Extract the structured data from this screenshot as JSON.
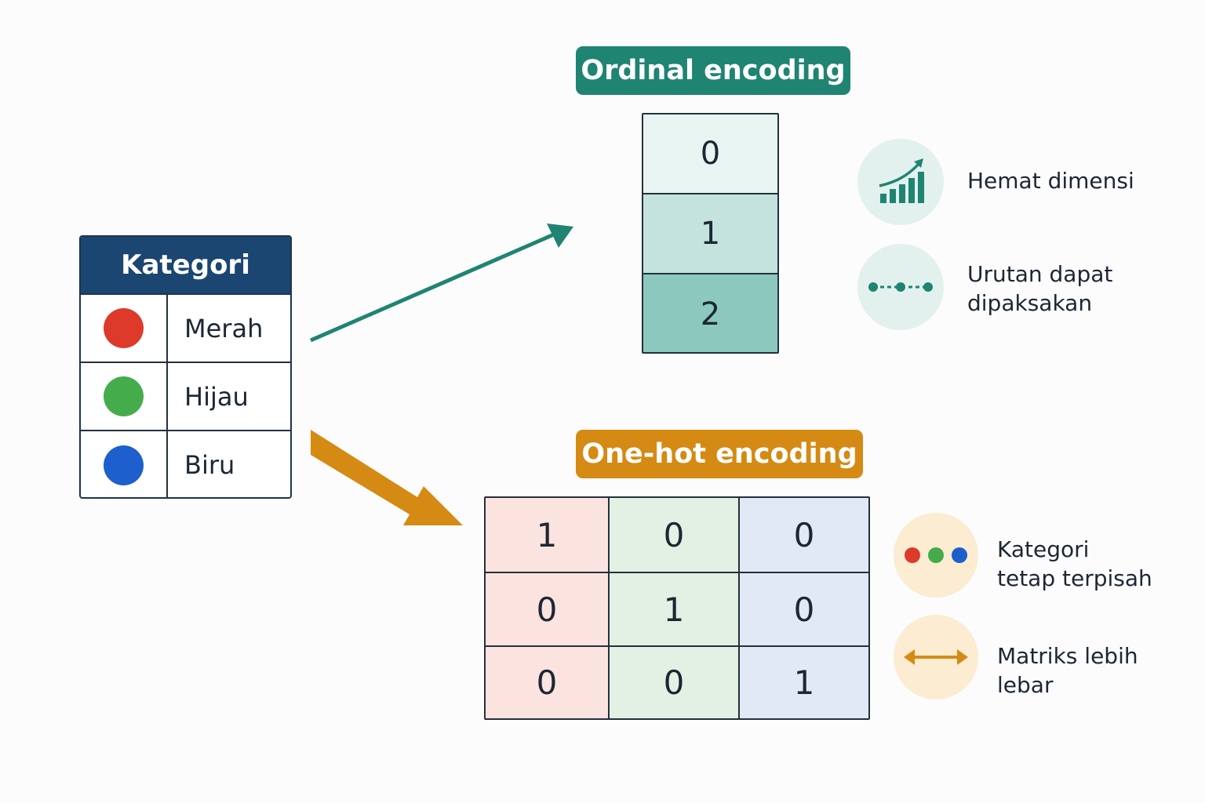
{
  "category_table": {
    "header": "Kategori",
    "rows": [
      {
        "label": "Merah",
        "color": "#dd3a2b"
      },
      {
        "label": "Hijau",
        "color": "#45ac4c"
      },
      {
        "label": "Biru",
        "color": "#1d5fcc"
      }
    ]
  },
  "ordinal": {
    "title": "Ordinal encoding",
    "values": [
      "0",
      "1",
      "2"
    ],
    "cell_colors": [
      "#e8f4f1",
      "#c3e3dc",
      "#8cc8bd"
    ],
    "accent_color": "#1f8472",
    "features": [
      {
        "icon": "bar-chart-trend-icon",
        "text": "Hemat dimensi"
      },
      {
        "icon": "dotted-sequence-icon",
        "text": "Urutan dapat dipaksakan"
      }
    ]
  },
  "onehot": {
    "title": "One-hot encoding",
    "matrix": [
      [
        "1",
        "0",
        "0"
      ],
      [
        "0",
        "1",
        "0"
      ],
      [
        "0",
        "0",
        "1"
      ]
    ],
    "accent_color": "#d58a14",
    "features": [
      {
        "icon": "three-colored-dots-icon",
        "text": "Kategori tetap terpisah"
      },
      {
        "icon": "double-arrow-icon",
        "text": "Matriks lebih lebar"
      }
    ]
  }
}
